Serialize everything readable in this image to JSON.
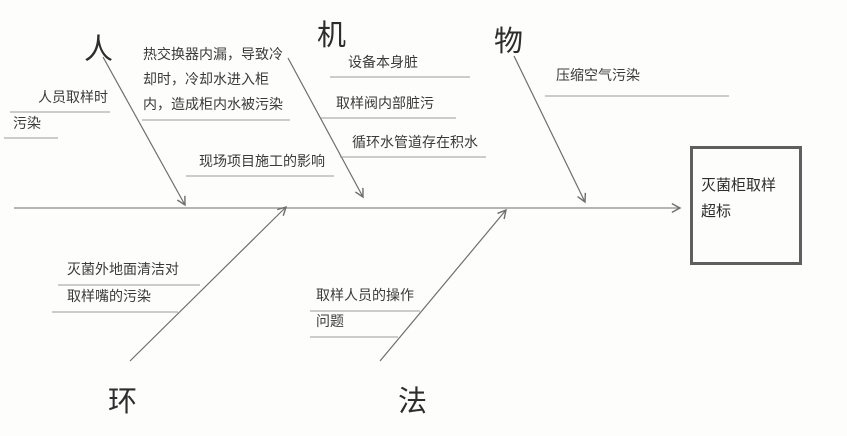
{
  "diagram": {
    "kind": "fishbone",
    "effect": {
      "line1": "灭菌柜取样",
      "line2": "超标"
    },
    "categories": {
      "man": "人",
      "machine": "机",
      "material": "物",
      "environment": "环",
      "method": "法"
    },
    "causes": {
      "man_sampling_line1": "人员取样时",
      "man_sampling_line2": "污染",
      "machine_heat_exchanger_line1": "热交换器内漏，导致冷",
      "machine_heat_exchanger_line2": "却时，冷却水进入柜",
      "machine_heat_exchanger_line3": "内，造成柜内水被污染",
      "machine_equipment_dirty": "设备本身脏",
      "machine_valve_dirty": "取样阀内部脏污",
      "machine_pipe_standing_water": "循环水管道存在积水",
      "machine_site_construction": "现场项目施工的影响",
      "material_compressed_air": "压缩空气污染",
      "environment_floor_cleaning_line1": "灭菌外地面清洁对",
      "environment_floor_cleaning_line2": "取样嘴的污染",
      "method_operator_issue_line1": "取样人员的操作",
      "method_operator_issue_line2": "问题"
    }
  }
}
